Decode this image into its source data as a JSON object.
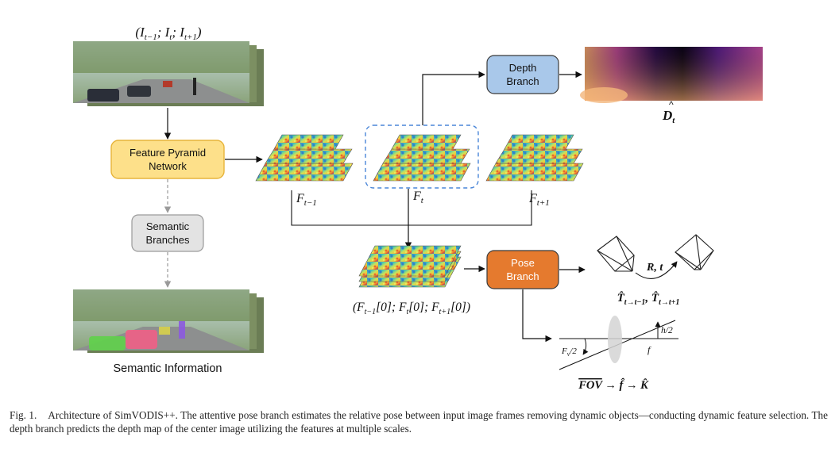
{
  "input_stack_label": "(I_{t−1}; I_t; I_{t+1})",
  "boxes": {
    "fpn": "Feature Pyramid Network",
    "fpn_line1": "Feature Pyramid",
    "fpn_line2": "Network",
    "semantic_line1": "Semantic",
    "semantic_line2": "Branches",
    "depth_line1": "Depth",
    "depth_line2": "Branch",
    "pose_line1": "Pose",
    "pose_line2": "Branch"
  },
  "feature_labels": {
    "prev_base": "F",
    "prev_sub": "t−1",
    "curr_base": "F",
    "curr_sub": "t",
    "next_base": "F",
    "next_sub": "t+1"
  },
  "concat_label": "(F_{t−1}[0]; F_t[0]; F_{t+1}[0])",
  "depth_output": {
    "base": "D",
    "sub": "t"
  },
  "semantic_output_label": "Semantic Information",
  "pose_outputs": {
    "rt_label": "R, t",
    "transforms": "T̂_{t→t−1}, T̂_{t→t+1}"
  },
  "intrinsics": {
    "half_h": "h/2",
    "focal": "f",
    "half_fov": "F_v/2",
    "chain": "FOV → f̂ → K̂"
  },
  "caption": {
    "label": "Fig. 1.",
    "text": "Architecture of SimVODIS++. The attentive pose branch estimates the relative pose between input image frames removing dynamic objects—conducting dynamic feature selection. The depth branch predicts the depth map of the center image utilizing the features at multiple scales."
  },
  "colors": {
    "fpn_fill": "#fde08a",
    "fpn_stroke": "#e7b43a",
    "semantic_fill": "#e3e3e3",
    "semantic_stroke": "#9a9a9a",
    "depth_fill": "#a9c8ea",
    "depth_stroke": "#3b3b3b",
    "pose_fill": "#e57a2e",
    "pose_stroke": "#3b3b3b",
    "dashed_selection": "#4a86d8"
  }
}
